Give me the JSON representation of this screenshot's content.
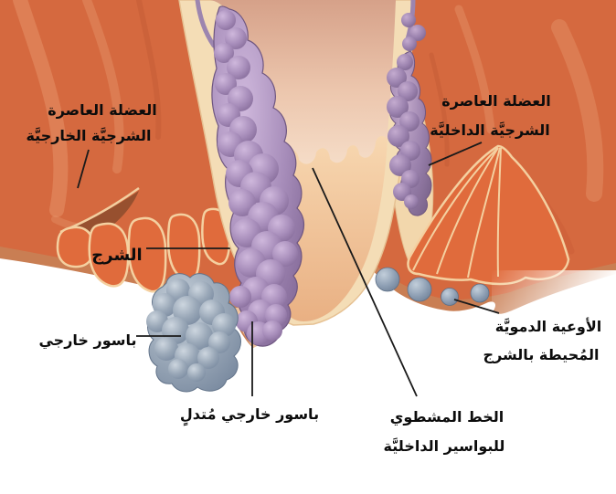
{
  "illustration": {
    "subject": "anorectal-hemorrhoids-cross-section",
    "labels": {
      "external_sphincter": {
        "line1": "العضلة العاصرة",
        "line2": "الشرجيَّة الخارجيَّة"
      },
      "internal_sphincter": {
        "line1": "العضلة العاصرة",
        "line2": "الشرجيَّة الداخليَّة"
      },
      "anus": {
        "text": "الشرج"
      },
      "external_hemorrhoid": {
        "text": "باسور خارجي"
      },
      "prolapsed_external_hemorrhoid": {
        "text": "باسور خارجي مُتدلٍ"
      },
      "perianal_blood_vessels": {
        "line1": "الأوعية الدمويَّة",
        "line2": "المُحيطة بالشرج"
      },
      "pectinate_line": {
        "line1": "الخط المشطوي",
        "line2": "للبواسير الداخليَّة"
      }
    },
    "colors": {
      "background": "#ffffff",
      "skin_band": "#C97E53",
      "muscle_salmon": "#D5693F",
      "muscle_fan_orange": "#E06B3C",
      "fan_outline_cream": "#F4D0A0",
      "canal_wall_cream": "#F4DDB6",
      "rectum_pink": "#E3B49C",
      "anal_canal_peach": "#F3CBA2",
      "hemorrhoid_purple": "#A68CB9",
      "external_hemorrhoid_gray": "#98A6B7",
      "vessel_sphere_blue": "#8A9CB2",
      "label_text": "#0c0c0c",
      "pointer_line": "#1a1a1a"
    }
  }
}
